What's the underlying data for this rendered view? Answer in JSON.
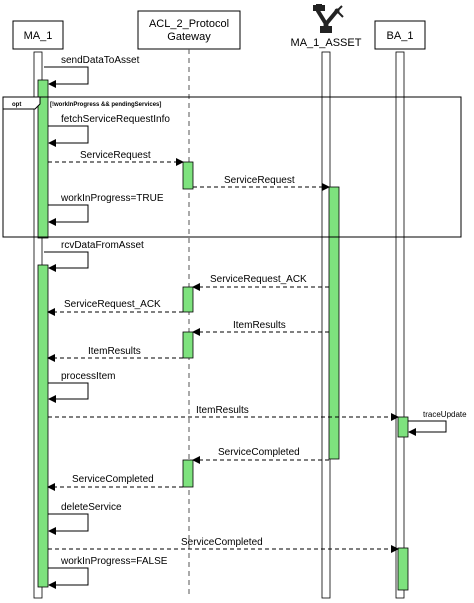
{
  "participants": {
    "ma1": "MA_1",
    "acl_line1": "ACL_2_Protocol",
    "acl_line2": "Gateway",
    "ma1asset": "MA_1_ASSET",
    "ba1": "BA_1"
  },
  "fragment": {
    "operator": "opt",
    "guard": "[!workInProgress && pendingServices]"
  },
  "messages": {
    "m1": "sendDataToAsset",
    "m2": "fetchServiceRequestInfo",
    "m3": "ServiceRequest",
    "m4": "ServiceRequest",
    "m5": "workInProgress=TRUE",
    "m6": "rcvDataFromAsset",
    "m7": "ServiceRequest_ACK",
    "m8": "ServiceRequest_ACK",
    "m9": "ItemResults",
    "m10": "ItemResults",
    "m11": "processItem",
    "m12": "ItemResults",
    "m13": "traceUpdate",
    "m14": "ServiceCompleted",
    "m15": "ServiceCompleted",
    "m16": "deleteService",
    "m17": "ServiceCompleted",
    "m18": "workInProgress=FALSE"
  },
  "colors": {
    "activation": "#7ee27e",
    "line": "#000000",
    "lifeline_box": "#ffffff"
  },
  "icons": {
    "actor": "robot-arm-icon"
  }
}
